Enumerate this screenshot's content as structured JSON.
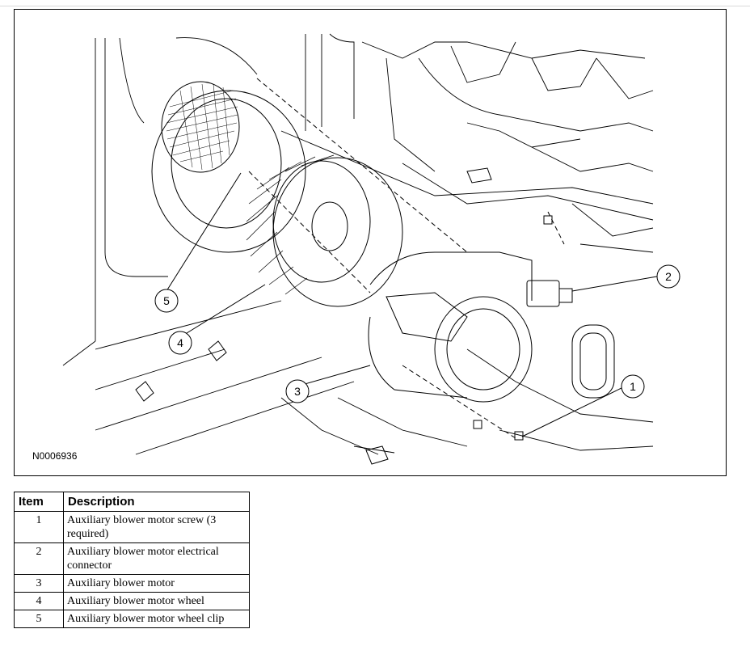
{
  "figure": {
    "id": "N0006936",
    "callouts": [
      "1",
      "2",
      "3",
      "4",
      "5"
    ]
  },
  "legend": {
    "headers": {
      "item": "Item",
      "description": "Description"
    },
    "rows": [
      {
        "item": "1",
        "description": "Auxiliary blower motor screw (3 required)"
      },
      {
        "item": "2",
        "description": "Auxiliary blower motor electrical connector"
      },
      {
        "item": "3",
        "description": "Auxiliary blower motor"
      },
      {
        "item": "4",
        "description": "Auxiliary blower motor wheel"
      },
      {
        "item": "5",
        "description": "Auxiliary blower motor wheel clip"
      }
    ]
  }
}
